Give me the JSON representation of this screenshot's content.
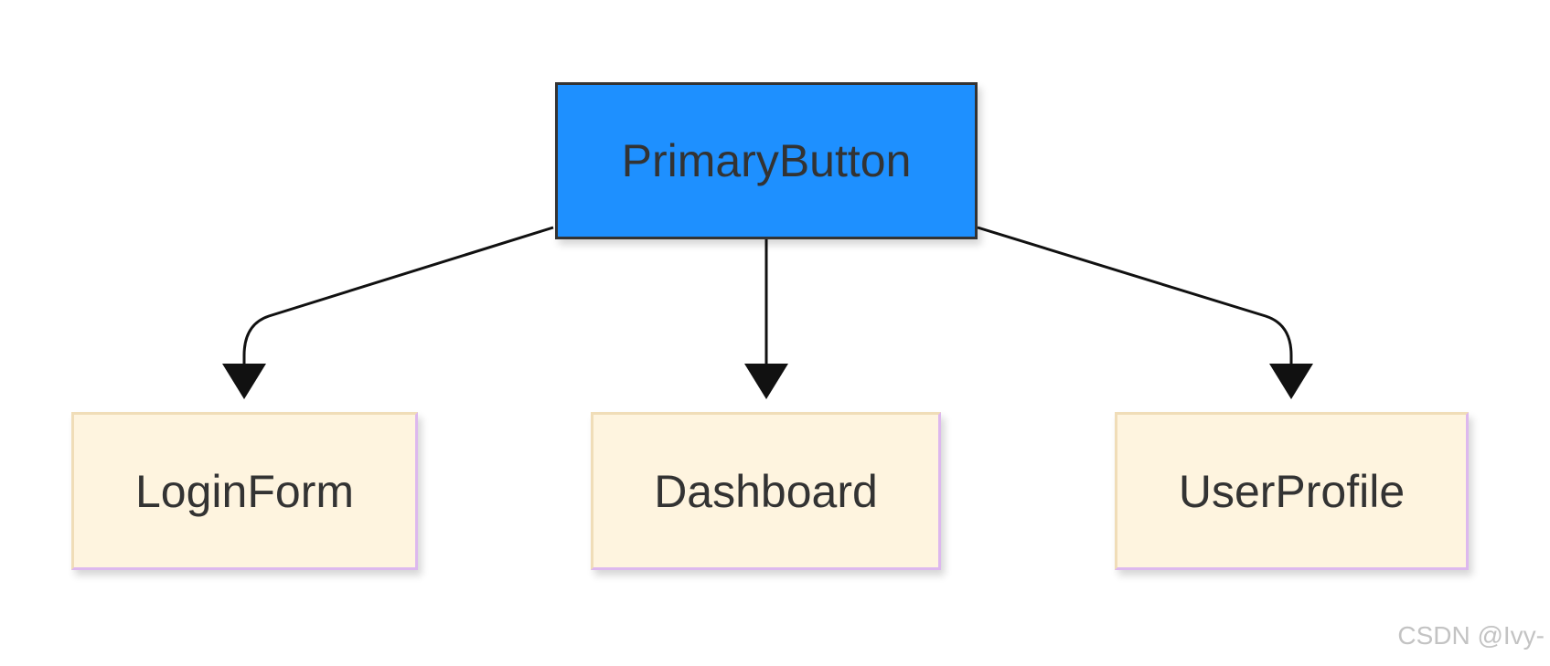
{
  "diagram": {
    "root": {
      "label": "PrimaryButton",
      "fill": "#1e90ff",
      "border": "#333333"
    },
    "children": [
      {
        "label": "LoginForm"
      },
      {
        "label": "Dashboard"
      },
      {
        "label": "UserProfile"
      }
    ],
    "child_fill": "#fef4df",
    "edge_color": "#111111"
  },
  "watermark": {
    "text": "CSDN @Ivy-"
  }
}
